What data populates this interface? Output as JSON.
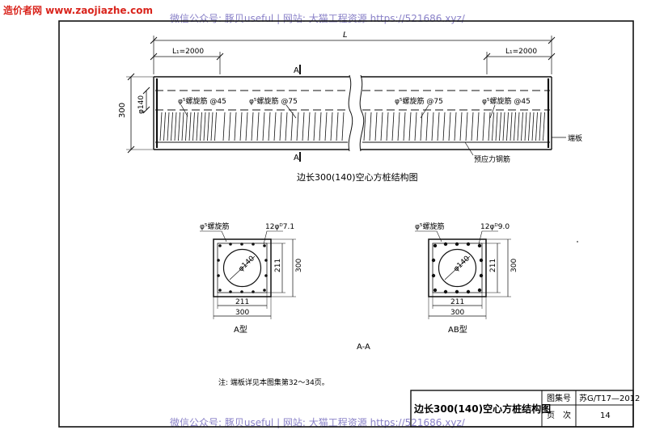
{
  "watermarks": {
    "site": "造价者网 www.zaojiazhe.com",
    "top": "微信公众号: 豚贝useful | 网站: 大猫工程资源 https://521686.xyz/",
    "bottom": "微信公众号: 豚贝useful | 网站: 大猫工程资源 https://521686.xyz/"
  },
  "elevation": {
    "length_label": "L",
    "l1_left": "L₁=2000",
    "l1_right": "L₁=2000",
    "section_mark": "A",
    "height_label": "300",
    "hole_label": "φ140",
    "spiral_ends_left": "φ⁵螺旋筋 @45",
    "spiral_mid_left": "φ⁵螺旋筋 @75",
    "spiral_mid_right": "φ⁵螺旋筋 @75",
    "spiral_ends_right": "φ⁵螺旋筋 @45",
    "end_plate": "端板",
    "prestress": "预应力钢筋",
    "title": "边长300(140)空心方桩结构图"
  },
  "sections": {
    "a": {
      "spiral": "φ⁵螺旋筋",
      "bars": "12φᴰ7.1",
      "hole": "φ140",
      "inner": "211",
      "outer": "300",
      "bottom_inner": "211",
      "bottom_outer": "300",
      "type": "A型"
    },
    "ab": {
      "spiral": "φ⁵螺旋筋",
      "bars": "12φᴰ9.0",
      "hole": "φ140",
      "inner": "211",
      "outer": "300",
      "bottom_inner": "211",
      "bottom_outer": "300",
      "type": "AB型"
    },
    "label": "A-A"
  },
  "note": "注: 端板详见本图集第32～34页。",
  "title_block": {
    "title": "边长300(140)空心方桩结构图",
    "atlas_label": "图集号",
    "atlas_value": "苏G/T17—2012",
    "page_label": "页　次",
    "page_value": "14"
  }
}
